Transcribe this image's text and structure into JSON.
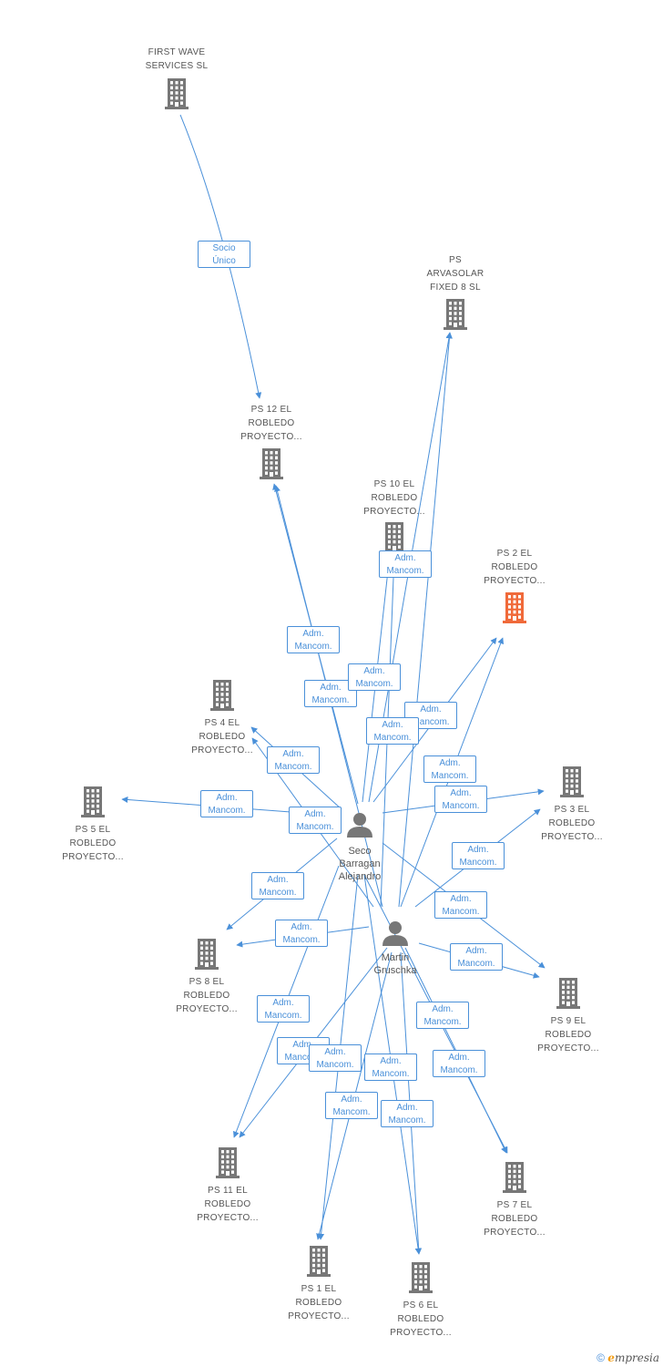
{
  "colors": {
    "edge": "#4a90d9",
    "company": "#777777",
    "company_highlight": "#f06a3a",
    "person": "#777777"
  },
  "companies": [
    {
      "id": "first-wave",
      "label": "FIRST WAVE\nSERVICES SL",
      "highlight": false
    },
    {
      "id": "arvasolar",
      "label": "PS\nARVASOLAR\nFIXED 8 SL",
      "highlight": false
    },
    {
      "id": "ps12",
      "label": "PS 12 EL\nROBLEDO\nPROYECTO...",
      "highlight": false
    },
    {
      "id": "ps10",
      "label": "PS 10 EL\nROBLEDO\nPROYECTO...",
      "highlight": false
    },
    {
      "id": "ps2",
      "label": "PS 2 EL\nROBLEDO\nPROYECTO...",
      "highlight": true
    },
    {
      "id": "ps4",
      "label": "PS 4 EL\nROBLEDO\nPROYECTO...",
      "highlight": false
    },
    {
      "id": "ps5",
      "label": "PS 5 EL\nROBLEDO\nPROYECTO...",
      "highlight": false
    },
    {
      "id": "ps3",
      "label": "PS 3 EL\nROBLEDO\nPROYECTO...",
      "highlight": false
    },
    {
      "id": "ps8",
      "label": "PS 8 EL\nROBLEDO\nPROYECTO...",
      "highlight": false
    },
    {
      "id": "ps9",
      "label": "PS 9 EL\nROBLEDO\nPROYECTO...",
      "highlight": false
    },
    {
      "id": "ps11",
      "label": "PS 11 EL\nROBLEDO\nPROYECTO...",
      "highlight": false
    },
    {
      "id": "ps7",
      "label": "PS 7 EL\nROBLEDO\nPROYECTO...",
      "highlight": false
    },
    {
      "id": "ps1",
      "label": "PS 1 EL\nROBLEDO\nPROYECTO...",
      "highlight": false
    },
    {
      "id": "ps6",
      "label": "PS 6 EL\nROBLEDO\nPROYECTO...",
      "highlight": false
    }
  ],
  "persons": [
    {
      "id": "seco",
      "label": "Seco\nBarragan\nAlejandro"
    },
    {
      "id": "martin",
      "label": "Martin\nGruschka"
    }
  ],
  "relationships": [
    {
      "from": "first-wave",
      "to": "ps12",
      "label": "Socio\nÚnico"
    },
    {
      "from": "seco",
      "to": "ps12",
      "label": "Adm.\nMancom."
    },
    {
      "from": "martin",
      "to": "ps12",
      "label": "Adm.\nMancom."
    },
    {
      "from": "seco",
      "to": "ps10",
      "label": "Adm.\nMancom."
    },
    {
      "from": "martin",
      "to": "ps10",
      "label": "Adm.\nMancom."
    },
    {
      "from": "seco",
      "to": "arvasolar",
      "label": "Adm.\nMancom."
    },
    {
      "from": "martin",
      "to": "arvasolar",
      "label": "Adm.\nMancom."
    },
    {
      "from": "seco",
      "to": "ps2",
      "label": "Adm.\nMancom."
    },
    {
      "from": "martin",
      "to": "ps2",
      "label": "Adm.\nMancom."
    },
    {
      "from": "seco",
      "to": "ps4",
      "label": "Adm.\nMancom."
    },
    {
      "from": "martin",
      "to": "ps4",
      "label": "Adm.\nMancom."
    },
    {
      "from": "seco",
      "to": "ps5",
      "label": "Adm.\nMancom."
    },
    {
      "from": "seco",
      "to": "ps3",
      "label": "Adm.\nMancom."
    },
    {
      "from": "martin",
      "to": "ps3",
      "label": "Adm.\nMancom."
    },
    {
      "from": "seco",
      "to": "ps8",
      "label": "Adm.\nMancom."
    },
    {
      "from": "martin",
      "to": "ps8",
      "label": "Adm.\nMancom."
    },
    {
      "from": "seco",
      "to": "ps9",
      "label": "Adm.\nMancom."
    },
    {
      "from": "martin",
      "to": "ps9",
      "label": "Adm.\nMancom."
    },
    {
      "from": "seco",
      "to": "ps11",
      "label": "Adm.\nMancom."
    },
    {
      "from": "martin",
      "to": "ps11",
      "label": "Adm.\nMancom."
    },
    {
      "from": "seco",
      "to": "ps7",
      "label": "Adm.\nMancom."
    },
    {
      "from": "martin",
      "to": "ps7",
      "label": "Adm.\nMancom."
    },
    {
      "from": "seco",
      "to": "ps1",
      "label": "Adm.\nMancom."
    },
    {
      "from": "martin",
      "to": "ps1",
      "label": "Adm.\nMancom."
    },
    {
      "from": "seco",
      "to": "ps6",
      "label": "Adm.\nMancom."
    },
    {
      "from": "martin",
      "to": "ps6",
      "label": "Adm.\nMancom."
    }
  ],
  "footer": {
    "copyright": "©",
    "brand_initial": "e",
    "brand_rest": "mpresia"
  }
}
